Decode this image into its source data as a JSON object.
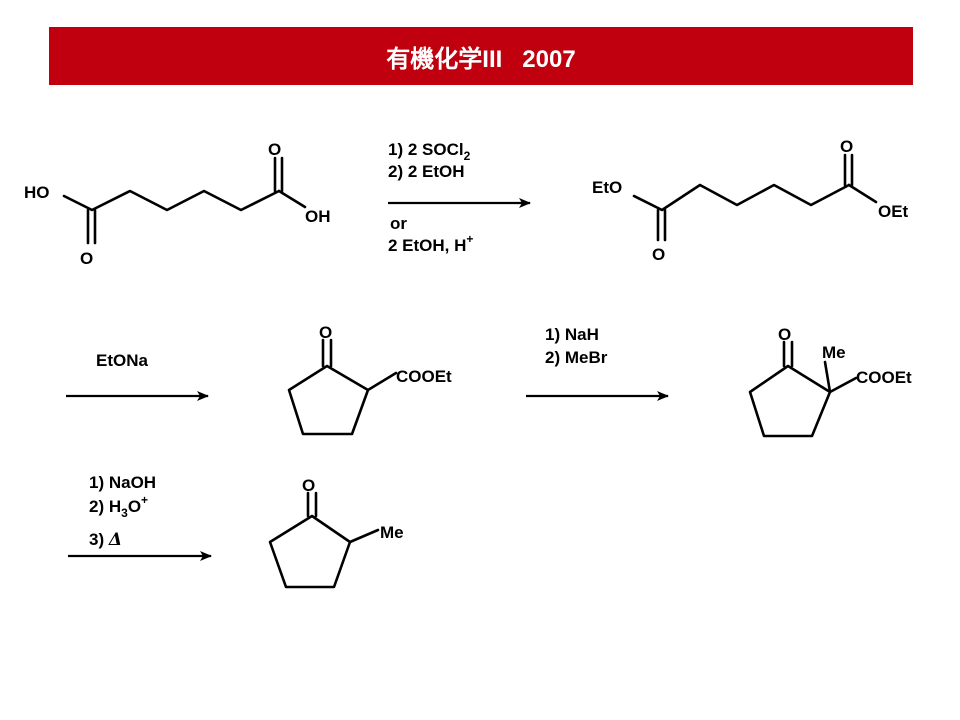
{
  "slide": {
    "title": "有機化学III   2007",
    "title_color": "#c0000e"
  },
  "labels": {
    "diacid_ho": "HO",
    "diacid_o1": "O",
    "diacid_o2": "O",
    "diacid_oh": "OH",
    "diester_eto": "EtO",
    "diester_o1": "O",
    "diester_o2": "O",
    "diester_oet": "OEt",
    "keto_ester_o": "O",
    "keto_ester_cooet": "COOEt",
    "methyl_keto_ester_o": "O",
    "methyl_keto_ester_me": "Me",
    "methyl_keto_ester_cooet": "COOEt",
    "methyl_ketone_o": "O",
    "methyl_ketone_me": "Me"
  },
  "reagents": {
    "step1_line1_text": "1) 2 SOCl",
    "step1_line1_sub": "2",
    "step1_line2": "2) 2 EtOH",
    "step1_or": "or",
    "step1_alt_text": "2 EtOH, H",
    "step1_alt_sup": "+",
    "step2": "EtONa",
    "step3_line1": "1) NaH",
    "step3_line2": "2) MeBr",
    "step4_line1": "1) NaOH",
    "step4_line2_a": "2) H",
    "step4_line2_sub": "3",
    "step4_line2_b": "O",
    "step4_line2_sup": "+",
    "step4_line3_a": "3) ",
    "step4_line3_delta": "Δ"
  }
}
